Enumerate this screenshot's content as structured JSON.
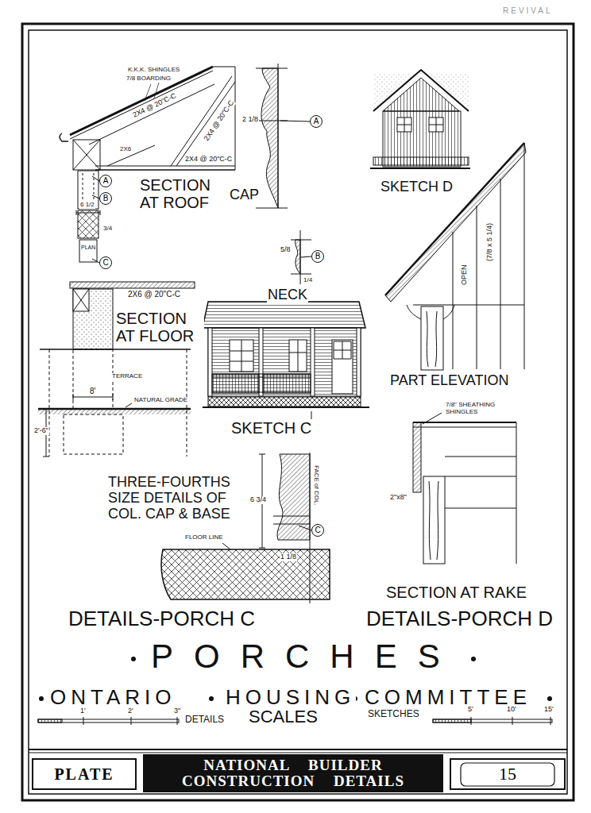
{
  "diagram": {
    "title": "PORCHES",
    "nodes": [
      {
        "text": [
          "A"
        ]
      },
      {
        "text": [
          "A"
        ]
      },
      {
        "text": [
          "B"
        ]
      },
      {
        "text": [
          "B"
        ]
      },
      {
        "text": [
          "C"
        ]
      },
      {
        "text": [
          "C"
        ]
      },
      {
        "text": [
          "PLATE"
        ]
      },
      {
        "text": [
          "NATIONAL BUILDER CONSTRUCTION DETAILS"
        ]
      },
      {
        "text": [
          "15"
        ]
      }
    ],
    "labels": [
      "REVIVAL",
      "K.K.K. SHINGLES",
      "7/8 BOARDING",
      "2X4 @ 20\"C-C",
      "2X4 @ 20\"C-C",
      "2X6",
      "2X4 @ 20\"C-C",
      "SECTION AT ROOF",
      "CAP",
      "2 1/8",
      "SKETCH D",
      "5/8",
      "NECK",
      "1/4",
      "6 1/2",
      "3/4",
      "PLAN",
      "2X6 @ 20\"C-C",
      "SECTION AT FLOOR",
      "TERRACE",
      "8'",
      "NATURAL GRADE",
      "2'-6\"",
      "SKETCH C",
      "OPEN",
      "(7/8 x 5 1/4)",
      "PART ELEVATION",
      "7/8\" SHEATHING SHINGLES",
      "2\"x8\"",
      "SECTION AT RAKE",
      "THREE-FOURTHS SIZE DETAILS OF COL. CAP & BASE",
      "6 3/4",
      "FACE of COL.",
      "FLOOR LINE",
      "1 1/8",
      "DETAILS-PORCH C",
      "DETAILS-PORCH D",
      "ONTARIO",
      "HOUSING",
      "COMMITTEE",
      "1'",
      "2'",
      "3\"",
      "DETAILS",
      "SCALES",
      "SKETCHES",
      "5'",
      "10'",
      "15'"
    ]
  }
}
